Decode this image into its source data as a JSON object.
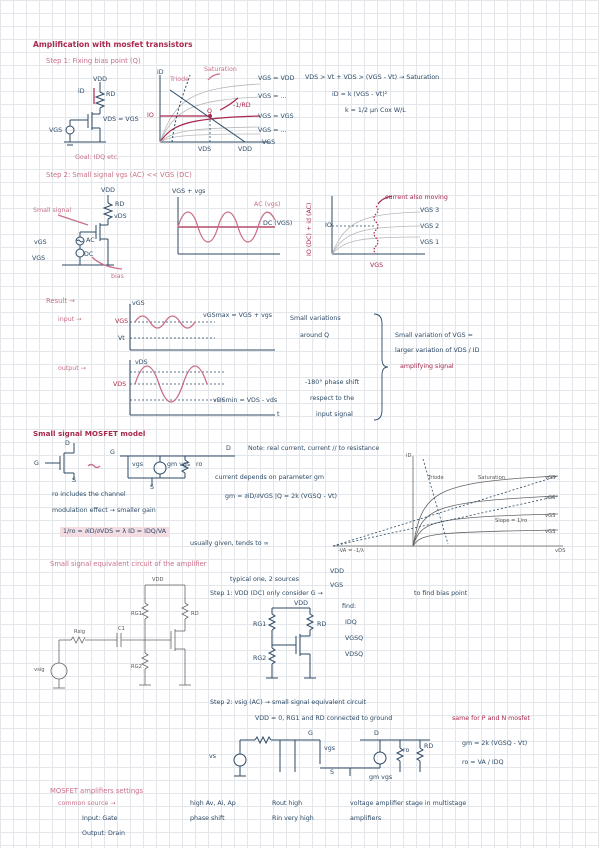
{
  "title": "Amplification with mosfet transistors",
  "step1": {
    "heading": "Step 1: Fixing bias point (Q)",
    "goal": "Goal: IDQ etc.",
    "graph": {
      "id_axis": "iD",
      "triode": "Triode",
      "saturation": "Saturation",
      "io": "IO",
      "q": "Q",
      "slope": "-1/RD",
      "vds": "VDS",
      "vdd": "VDD",
      "curve_labels": [
        "VGS = VDD",
        "VGS = ...",
        "VGS = VGS",
        "VGS = ..."
      ],
      "vgs": "VGS"
    },
    "circuit": {
      "vdd": "VDD",
      "id": "iD",
      "rd": "RD",
      "vds": "VDS = VGS",
      "vgs": "VGS"
    },
    "eq1": "VDS > Vt + VDS > (VGS - Vt) → Saturation",
    "eq2": "iD = k (VGS - Vt)²",
    "eq3": "k = 1/2 μn Cox W/L"
  },
  "step2": {
    "heading": "Step 2: Small signal vgs (AC) << VGS (DC)",
    "small_signal": "Small signal",
    "circuit": {
      "vdd": "VDD",
      "rd": "RD",
      "vds": "vDS",
      "vgs": "vGS",
      "ac": "AC",
      "dc": "DC",
      "vgs_dc": "VGS",
      "bias": "bias"
    },
    "wave": {
      "axis": "VGS + vgs",
      "ac": "AC (vgs)",
      "dc": "DC (VGS)"
    },
    "curve": {
      "current": "current also moving",
      "y": "IO (DC) + id (AC)",
      "io": "IO",
      "labels": [
        "VGS 3",
        "VGS 2",
        "VGS 1"
      ],
      "vgs": "VGS"
    }
  },
  "result": {
    "heading": "Result →",
    "input": "input →",
    "output": "output →",
    "vgs": "vGS",
    "vgsmax": "vGSmax = VGS + vgs",
    "vgs_l": "VGS",
    "vt": "Vt",
    "vds": "vDS",
    "vds_l": "VDS",
    "vdsmin": "vDSmin = VDS - vds",
    "t": "t",
    "note_input": [
      "Small variations",
      "around Q"
    ],
    "note_output": [
      "-180° phase shift",
      "respect to the",
      "input signal"
    ],
    "summary": [
      "Small variation of VGS =",
      "larger variation of VDS / ID",
      "amplifying signal"
    ]
  },
  "model": {
    "heading": "Small signal MOSFET model",
    "note": "Note: real current, current // to resistance",
    "labels": {
      "g": "G",
      "d": "D",
      "s": "S",
      "vgs": "vgs",
      "gm": "gm vgs",
      "ro": "ro"
    },
    "current_dep": "current depends on parameter gm",
    "gm_eq": "gm = ∂iD/∂VGS |Q = 2k (VGSQ - Vt)",
    "ro_includes": "ro includes the channel",
    "modulation": "modulation effect → smaller gain",
    "ro_eq": "1/ro = ∂iD/∂VDS ≈ λ ID = IDQ/VA",
    "usually": "usually given, tends to ∞",
    "graph": {
      "id": "iD",
      "triode": "Triode",
      "saturation": "Saturation",
      "slope": "Slope = 1/ro",
      "va": "-VA = -1/λ",
      "vds": "vDS",
      "vgs_labels": [
        "vGS",
        "vGS",
        "vGS",
        "vGS"
      ]
    }
  },
  "equiv": {
    "heading": "Small signal equivalent circuit of the amplifier",
    "typical": "typical one, 2 sources",
    "sources": [
      "VDD",
      "VGS"
    ],
    "circuit": {
      "vdd": "VDD",
      "r1": "RG1",
      "r2": "RG2",
      "rd": "RD",
      "rsig": "Rsig",
      "c1": "C1",
      "vsig": "vsig"
    },
    "step1": "Step 1: VDD (DC) only consider G →",
    "step1b": "to find bias point",
    "dc": {
      "vdd": "VDD",
      "rg1": "RG1",
      "rg2": "RG2",
      "rd": "RD"
    },
    "find": "find:",
    "find_items": [
      "IDQ",
      "VGSQ",
      "VDSQ"
    ],
    "step2": "Step 2: vsig (AC) → small signal equivalent circuit",
    "step2_note": "VDD = 0, RG1 and RD connected to ground",
    "same": "same for P and N mosfet",
    "ac": {
      "g": "G",
      "d": "D",
      "s": "S",
      "vgs": "vgs",
      "ro": "ro",
      "rd": "RD",
      "vsig": "vs",
      "gm": "gm vgs"
    },
    "gm": "gm = 2k (VGSQ - Vt)",
    "ro": "ro = VA / IDQ"
  },
  "settings": {
    "heading": "MOSFET amplifiers settings",
    "cs": "common source →",
    "input": "Input: Gate",
    "output": "Output: Drain",
    "col1": [
      "high Av, Ai, Ap",
      "phase shift"
    ],
    "col2": [
      "Rout high",
      "Rin very high"
    ],
    "col3": [
      "voltage amplifier stage in multistage",
      "amplifiers"
    ]
  }
}
